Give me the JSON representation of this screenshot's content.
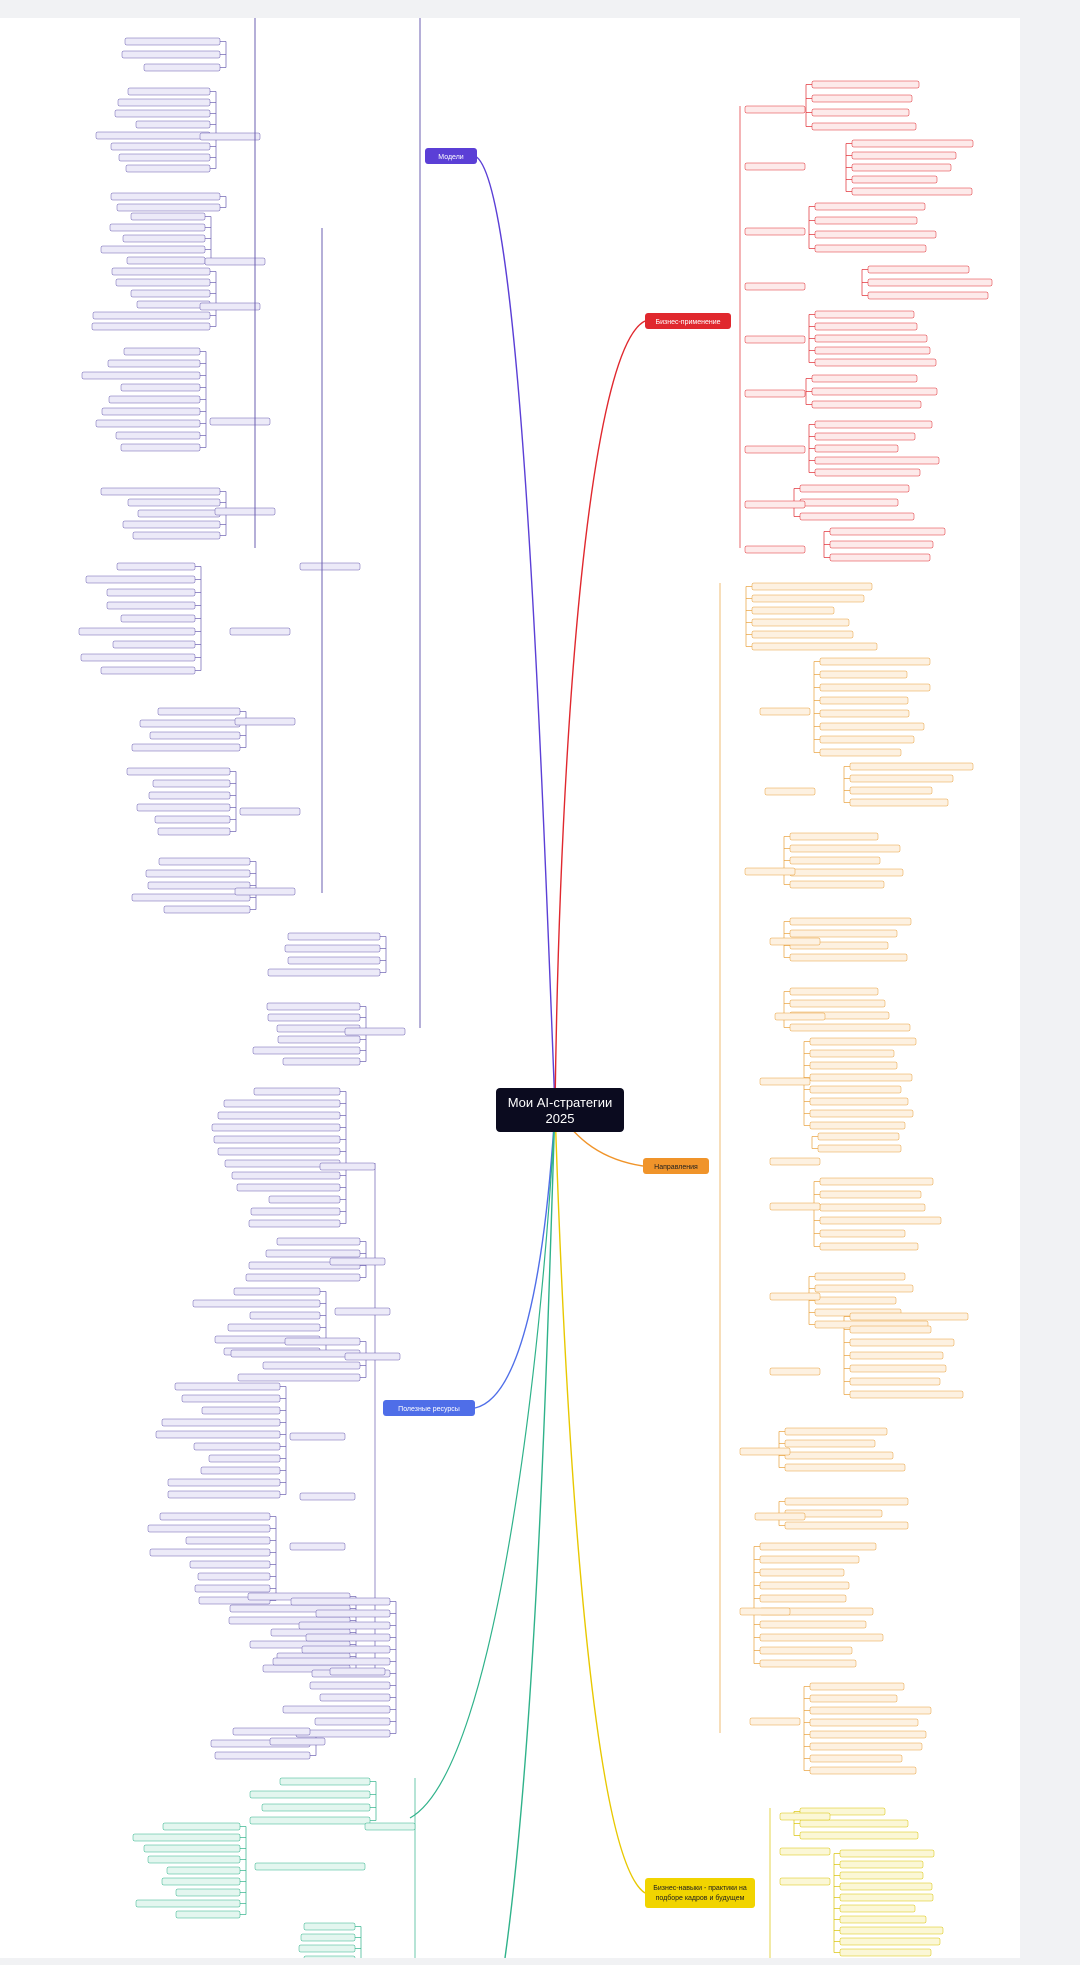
{
  "root": {
    "lines": [
      "Мои AI-стратегии",
      "2025"
    ],
    "bg": "#0b0b1f"
  },
  "branches": [
    {
      "id": "b-top-blue",
      "label": "Модели",
      "color": "#5b3fd6",
      "text": "#ffffff"
    },
    {
      "id": "b-red",
      "label": "Бизнес-применение",
      "color": "#e0282e",
      "text": "#ffffff"
    },
    {
      "id": "b-orange",
      "label": "Направления",
      "color": "#f0942a",
      "text": "#1f1f1f"
    },
    {
      "id": "b-blue-mid",
      "label": "Полезные ресурсы",
      "color": "#4f6ee8",
      "text": "#ffffff"
    },
    {
      "id": "b-yellow",
      "label": "Бизнес-навыки - практики на подборе кадров и будущем",
      "color": "#f1d400",
      "text": "#1f1f1f"
    }
  ],
  "palette": {
    "left_purple": "#6b5fb0",
    "left_green": "#2fb28a",
    "red": "#e0282e",
    "orange": "#e8a03a",
    "yellow": "#d9c200"
  }
}
